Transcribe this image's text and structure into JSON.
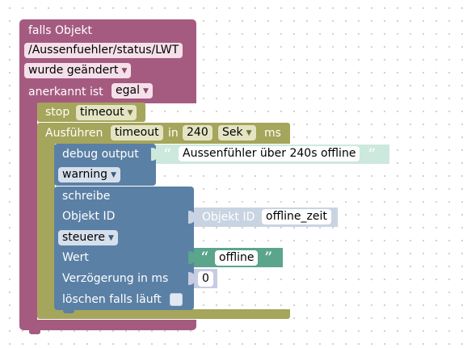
{
  "colors": {
    "trigger": "#a55b80",
    "control": "#a5a55b",
    "action": "#5b80a5",
    "text": "#5ba58c",
    "id": "#c5d1df",
    "number": "#c5cbe0"
  },
  "trigger_block": {
    "title": "falls Objekt",
    "object_path": "/Aussenfuehler/status/LWT",
    "event": "wurde geändert",
    "ack_label": "anerkannt ist",
    "ack_value": "egal"
  },
  "stop_block": {
    "label": "stop",
    "timeout_var": "timeout"
  },
  "timeout_block": {
    "label": "Ausführen",
    "timeout_var": "timeout",
    "in_label": "in",
    "delay": "240",
    "unit": "Sek",
    "ms_label": "ms"
  },
  "debug_block": {
    "label": "debug output",
    "message": "Aussenfühler über 240s offline",
    "level": "warning"
  },
  "write_block": {
    "title": "schreibe",
    "object_id_label": "Objekt ID",
    "object_id_prefix": "Objekt ID",
    "object_id_value": "offline_zeit",
    "mode": "steuere",
    "value_label": "Wert",
    "value": "offline",
    "delay_label": "Verzögerung in ms",
    "delay_value": "0",
    "clear_label": "löschen falls läuft"
  },
  "icons": {
    "dropdown": "▼",
    "quote_open": "“",
    "quote_close": "”"
  }
}
